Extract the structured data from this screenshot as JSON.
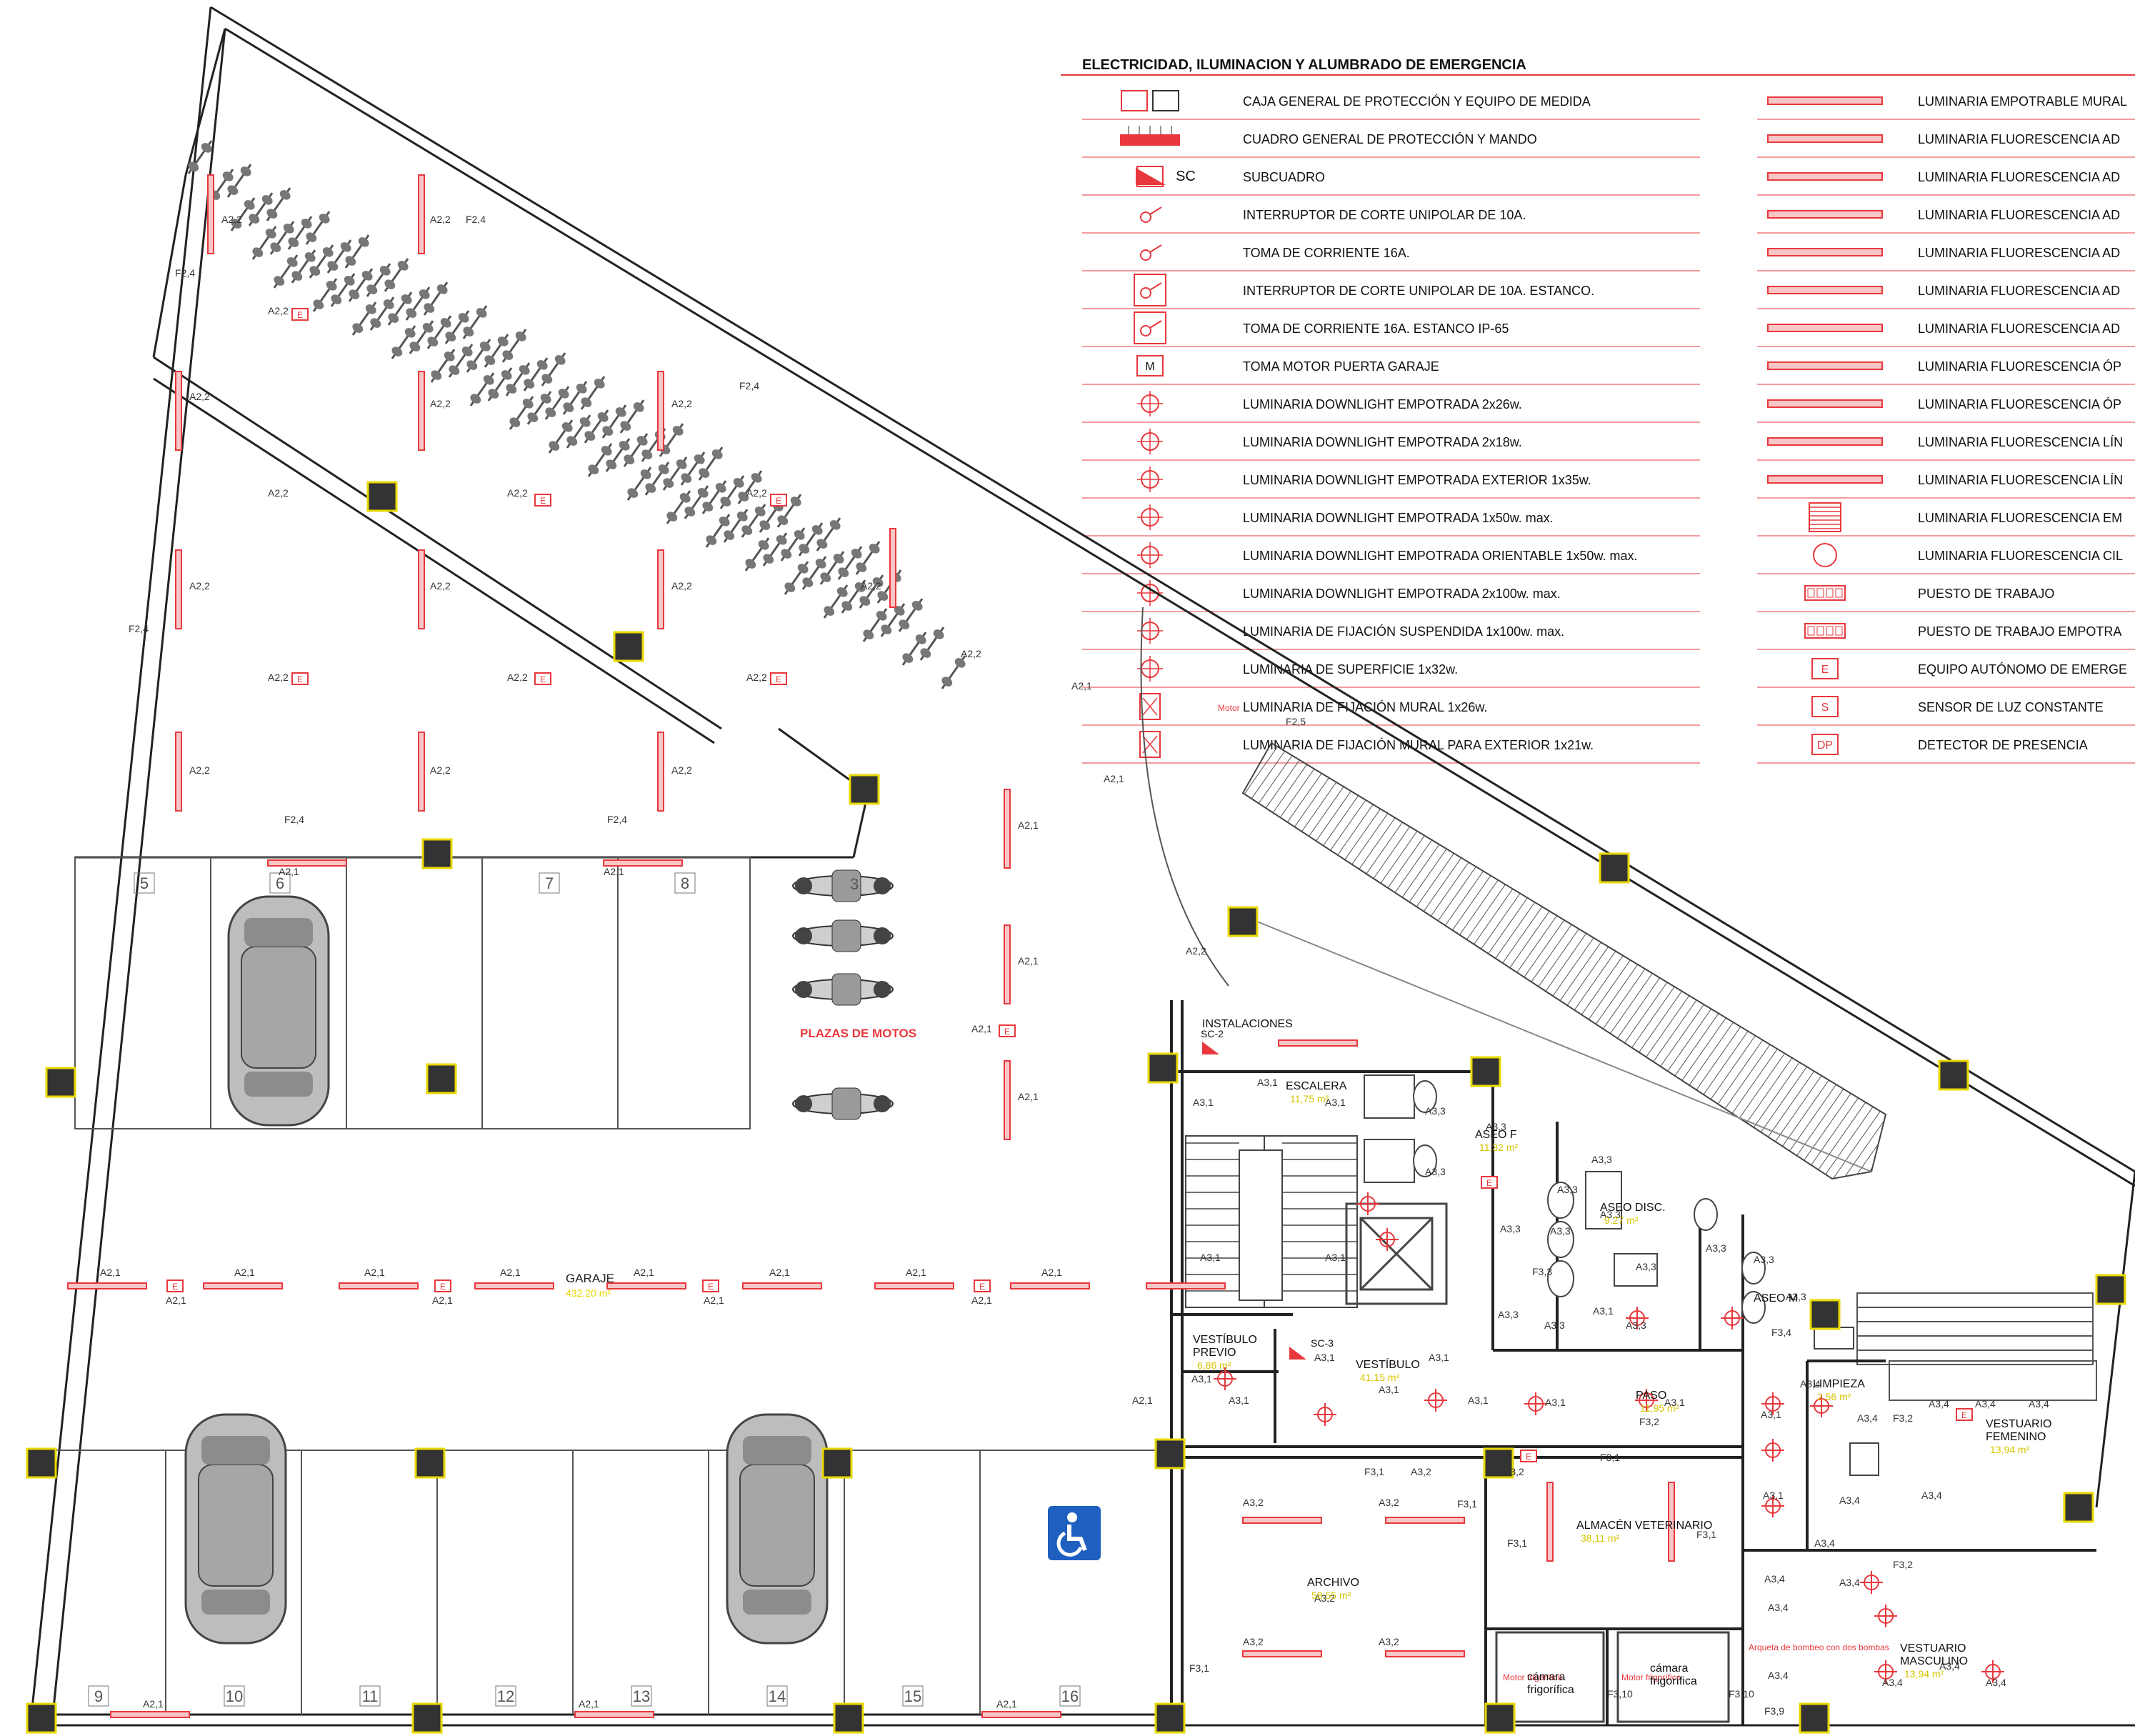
{
  "legend": {
    "title": "ELECTRICIDAD, ILUMINACION Y ALUMBRADO DE EMERGENCIA",
    "left_items": [
      {
        "icon": "caja-general-icon",
        "label": "CAJA GENERAL DE PROTECCIÓN Y EQUIPO DE MEDIDA"
      },
      {
        "icon": "cuadro-general-icon",
        "label": "CUADRO GENERAL DE PROTECCIÓN Y MANDO"
      },
      {
        "icon": "subcuadro-icon",
        "label": "SUBCUADRO",
        "icon_text": "SC"
      },
      {
        "icon": "switch-icon",
        "label": "INTERRUPTOR DE CORTE UNIPOLAR DE 10A."
      },
      {
        "icon": "socket-icon",
        "label": "TOMA DE CORRIENTE  16A."
      },
      {
        "icon": "switch-waterproof-icon",
        "label": "INTERRUPTOR DE CORTE UNIPOLAR DE 10A. ESTANCO."
      },
      {
        "icon": "socket-waterproof-icon",
        "label": "TOMA DE CORRIENTE  16A. ESTANCO  IP-65"
      },
      {
        "icon": "motor-socket-icon",
        "label": "TOMA MOTOR PUERTA GARAJE",
        "icon_text": "M"
      },
      {
        "icon": "downlight-icon",
        "label": "LUMINARIA DOWNLIGHT EMPOTRADA   2x26w."
      },
      {
        "icon": "downlight-icon",
        "label": "LUMINARIA DOWNLIGHT EMPOTRADA   2x18w."
      },
      {
        "icon": "downlight-exterior-icon",
        "label": "LUMINARIA DOWNLIGHT EMPOTRADA EXTERIOR   1x35w."
      },
      {
        "icon": "downlight-small-icon",
        "label": "LUMINARIA DOWNLIGHT EMPOTRADA    1x50w. max."
      },
      {
        "icon": "downlight-orientable-icon",
        "label": "LUMINARIA DOWNLIGHT EMPOTRADA ORIENTABLE   1x50w. max."
      },
      {
        "icon": "downlight-double-icon",
        "label": "LUMINARIA DOWNLIGHT EMPOTRADA    2x100w. max."
      },
      {
        "icon": "pendant-icon",
        "label": "LUMINARIA DE FIJACIÓN SUSPENDIDA    1x100w. max."
      },
      {
        "icon": "surface-light-icon",
        "label": "LUMINARIA DE SUPERFICIE  1x32w."
      },
      {
        "icon": "wall-light-icon",
        "label": "LUMINARIA DE FIJACIÓN MURAL  1x26w."
      },
      {
        "icon": "wall-light-exterior-icon",
        "label": "LUMINARIA DE FIJACIÓN MURAL PARA EXTERIOR  1x21w."
      }
    ],
    "right_items": [
      {
        "icon": "mural-light-icon",
        "label": "LUMINARIA EMPOTRABLE MURAL"
      },
      {
        "icon": "fluorescent-icon",
        "label": "LUMINARIA FLUORESCENCIA AD"
      },
      {
        "icon": "fluorescent-icon",
        "label": "LUMINARIA FLUORESCENCIA AD"
      },
      {
        "icon": "fluorescent-icon",
        "label": "LUMINARIA FLUORESCENCIA AD"
      },
      {
        "icon": "fluorescent-icon",
        "label": "LUMINARIA FLUORESCENCIA AD"
      },
      {
        "icon": "fluorescent-icon",
        "label": "LUMINARIA FLUORESCENCIA AD"
      },
      {
        "icon": "fluorescent-icon",
        "label": "LUMINARIA FLUORESCENCIA AD"
      },
      {
        "icon": "fluorescent-optic-icon",
        "label": "LUMINARIA FLUORESCENCIA ÓP"
      },
      {
        "icon": "fluorescent-optic-icon",
        "label": "LUMINARIA FLUORESCENCIA ÓP"
      },
      {
        "icon": "fluorescent-linear-icon",
        "label": "LUMINARIA FLUORESCENCIA LÍN"
      },
      {
        "icon": "fluorescent-linear-icon",
        "label": "LUMINARIA FLUORESCENCIA LÍN"
      },
      {
        "icon": "fluorescent-embedded-icon",
        "label": "LUMINARIA FLUORESCENCIA EM"
      },
      {
        "icon": "fluorescent-circular-icon",
        "label": "LUMINARIA FLUORESCENCIA CIL"
      },
      {
        "icon": "workstation-icon",
        "label": "PUESTO DE TRABAJO"
      },
      {
        "icon": "workstation-embedded-icon",
        "label": "PUESTO DE TRABAJO EMPOTRA"
      },
      {
        "icon": "emergency-icon",
        "label": "EQUIPO AUTÓNOMO DE EMERGE",
        "icon_text": "E"
      },
      {
        "icon": "light-sensor-icon",
        "label": "SENSOR DE LUZ CONSTANTE",
        "icon_text": "S"
      },
      {
        "icon": "presence-detector-icon",
        "label": "DETECTOR DE PRESENCIA",
        "icon_text": "DP"
      }
    ]
  },
  "plan": {
    "garage_label": "GARAJE",
    "garage_area": "432,20 m²",
    "motos_label": "PLAZAS DE MOTOS",
    "spaces_top": [
      "5",
      "6",
      "7",
      "8"
    ],
    "spaces_bottom": [
      "9",
      "10",
      "11",
      "12",
      "13",
      "14",
      "15",
      "16"
    ],
    "moto_space": "3",
    "rooms": [
      {
        "name": "INSTALACIONES",
        "area": ""
      },
      {
        "name": "ESCALERA",
        "area": "11,75 m²"
      },
      {
        "name": "ASEO F",
        "area": "11,32 m²"
      },
      {
        "name": "ASEO DISC.",
        "area": "9,27 m²"
      },
      {
        "name": "ASEO M",
        "area": ""
      },
      {
        "name": "VESTÍBULO PREVIO",
        "area": "6,86 m²"
      },
      {
        "name": "VESTÍBULO",
        "area": "41,15 m²"
      },
      {
        "name": "PASO",
        "area": "11,95 m²"
      },
      {
        "name": "LIMPIEZA",
        "area": "2,56 m²"
      },
      {
        "name": "VESTUARIO FEMENINO",
        "area": "13,94 m²"
      },
      {
        "name": "ARCHIVO",
        "area": "58,55 m²"
      },
      {
        "name": "ALMACÉN VETERINARIO",
        "area": "38,11 m²"
      },
      {
        "name": "cámara frigorífica",
        "area": ""
      },
      {
        "name": "cámara frigorífica",
        "area": ""
      },
      {
        "name": "VESTUARIO MASCULINO",
        "area": "13,94 m²"
      }
    ],
    "subpanels": [
      "SC-2",
      "SC-3"
    ],
    "circuit_labels_garage": [
      "A2,1",
      "A2,2",
      "F2,4",
      "F2,5"
    ],
    "circuit_labels_offices": [
      "A3,1",
      "A3,2",
      "A3,3",
      "A3,4",
      "F3,1",
      "F3,2",
      "F3,3",
      "F3,4",
      "F3,9",
      "F3,10"
    ],
    "misc_labels": [
      "Motor",
      "Motor frigorífico",
      "Arqueta de bombeo con dos bombas"
    ]
  },
  "colors": {
    "line": "#222222",
    "red": "#e8383d",
    "yellow": "#e8d800",
    "blue": "#1f5fbf"
  }
}
